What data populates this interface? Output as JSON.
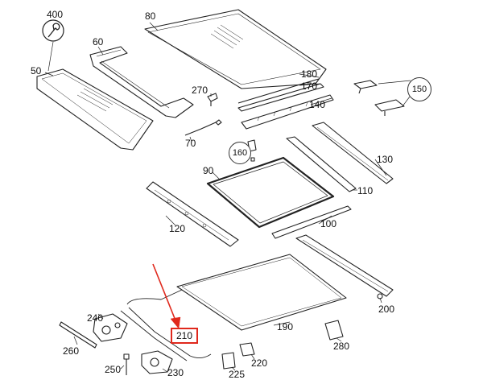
{
  "parts": {
    "p400": "400",
    "p80": "80",
    "p60": "60",
    "p50": "50",
    "p270": "270",
    "p180": "180",
    "p170": "170",
    "p140": "140",
    "p150": "150",
    "p70": "70",
    "p160": "160",
    "p90": "90",
    "p130": "130",
    "p110": "110",
    "p120": "120",
    "p100": "100",
    "p200": "200",
    "p190": "190",
    "p240": "240",
    "p210": "210",
    "p280": "280",
    "p260": "260",
    "p220": "220",
    "p250": "250",
    "p230": "230",
    "p225": "225"
  },
  "highlight": {
    "part": "210",
    "color": "#e0281c"
  },
  "icons": {
    "p400": "wrench-icon"
  }
}
